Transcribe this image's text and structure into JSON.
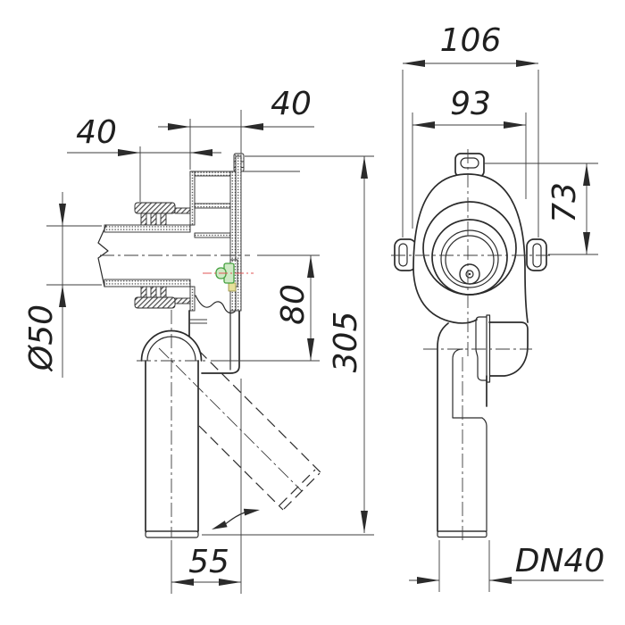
{
  "drawing": {
    "type": "technical-drawing",
    "subject": "wall-mounted siphon, two orthographic views",
    "colors": {
      "line": "#2b2b2b",
      "dimension": "#3c3c3c",
      "valve_green": "#44a03e",
      "valve_axis_red": "#e05555",
      "background": "#ffffff"
    },
    "dims": {
      "side": {
        "clip_offset": "40",
        "body_depth": "40",
        "inlet_diameter": "Ø50",
        "axis_distance": "80",
        "overall_height": "305",
        "outlet_offset": "55"
      },
      "front": {
        "mounting_width": "106",
        "body_width": "93",
        "fixing_to_axis": "73",
        "outlet_size": "DN40"
      }
    }
  }
}
